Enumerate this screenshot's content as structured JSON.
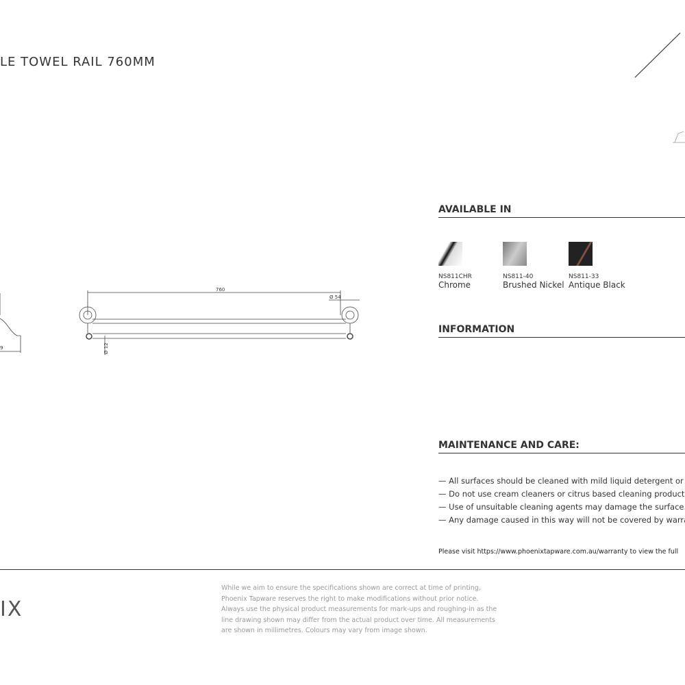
{
  "title": "LE TOWEL RAIL 760MM",
  "drawing": {
    "length_label": "760",
    "diameter_label": "Ø 54",
    "bar_label": "Ø 12",
    "side_label": "9"
  },
  "available": {
    "heading": "AVAILABLE IN",
    "finishes": [
      {
        "code": "NS811CHR",
        "name": "Chrome",
        "color": "#e0e0e0"
      },
      {
        "code": "NS811-40",
        "name": "Brushed Nickel",
        "color": "#9a9690"
      },
      {
        "code": "NS811-33",
        "name": "Antique Black",
        "color": "#1e1e1e"
      }
    ]
  },
  "information": {
    "heading": "INFORMATION"
  },
  "maintenance": {
    "heading": "MAINTENANCE AND CARE:",
    "items": [
      "— All surfaces should be cleaned with mild liquid detergent or",
      "— Do not use cream cleaners or citrus based cleaning products,",
      "— Use of unsuitable cleaning agents may damage the surface.",
      "— Any damage caused in this way will not be covered by warran"
    ]
  },
  "warranty_note": "Please visit https://www.phoenixtapware.com.au/warranty to view the full",
  "footer": {
    "logo": "IX",
    "disclaimer": [
      "While we aim to ensure the specifications shown are correct at time of printing,",
      "Phoenix Tapware reserves the right to make modifications without prior notice.",
      "Always use the physical product measurements for mark-ups and roughing-in as the",
      "line drawing shown may differ from the actual product over time. All measurements",
      "are shown in millimetres. Colours may vary from image shown."
    ]
  }
}
